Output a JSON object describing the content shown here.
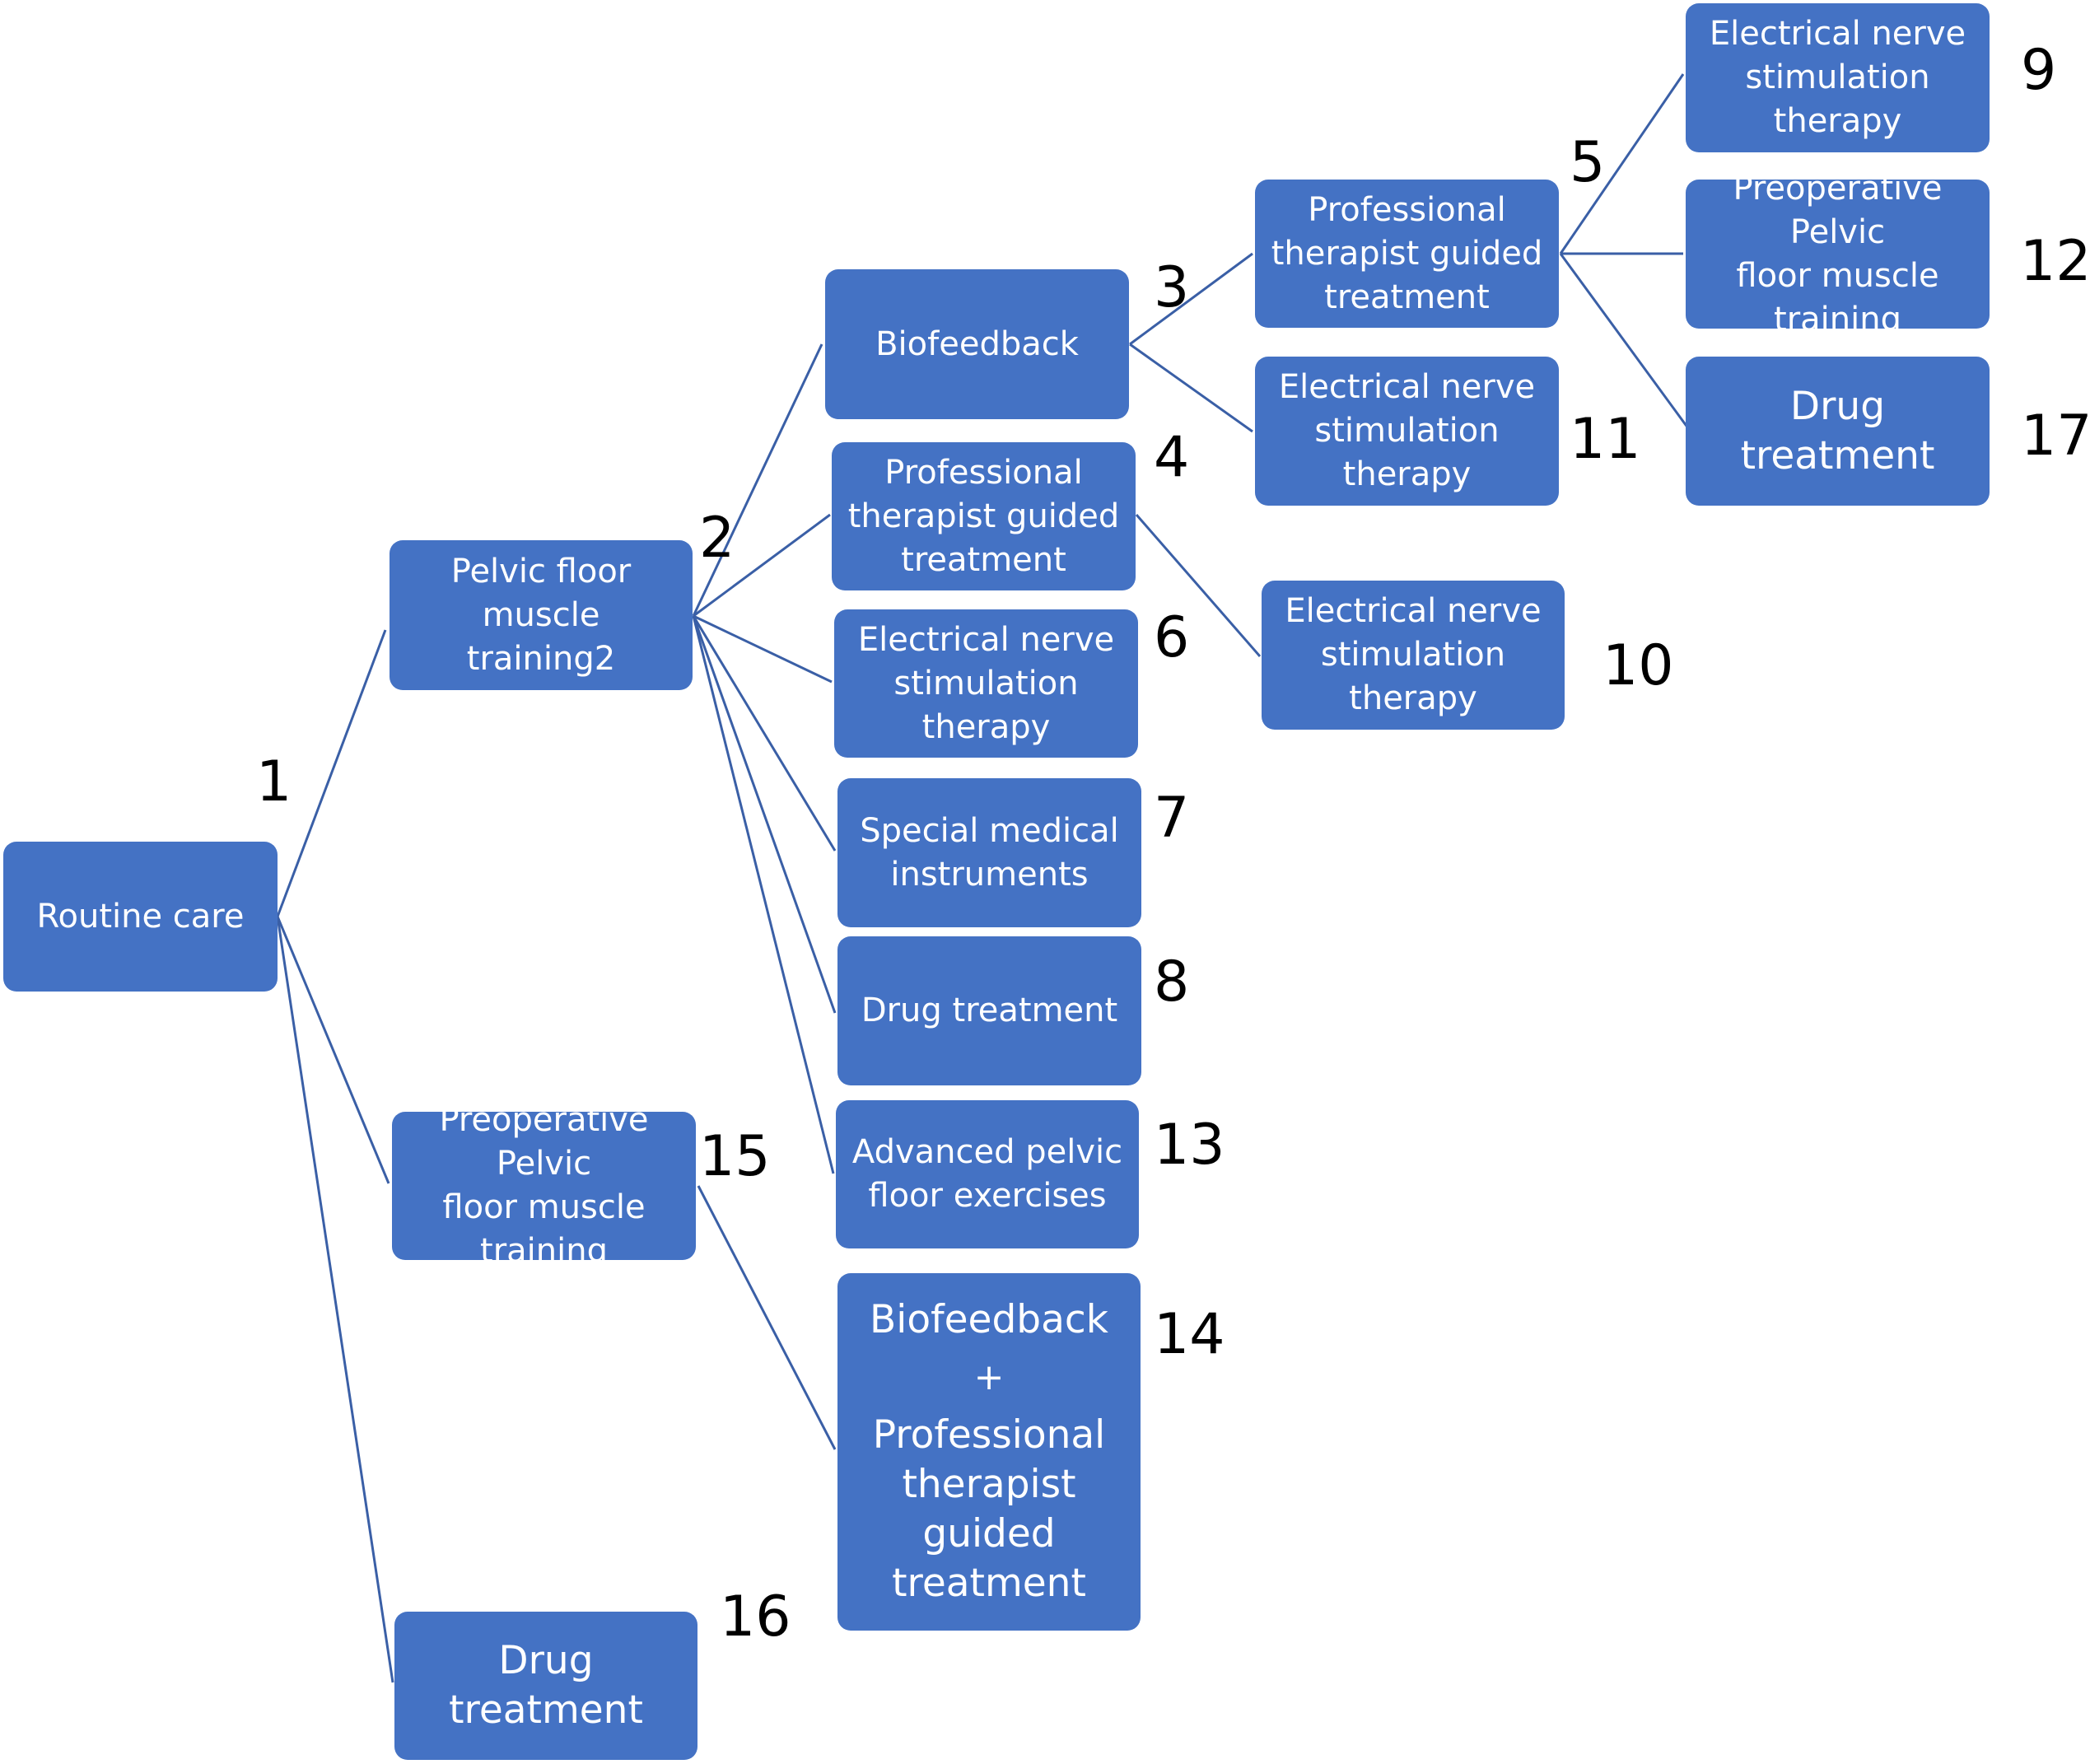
{
  "nodes": {
    "n1": {
      "label": "Routine care",
      "number": "1"
    },
    "n2": {
      "label": "Pelvic floor muscle\ntraining2",
      "number": "2"
    },
    "n3": {
      "label": "Biofeedback",
      "number": "3"
    },
    "n4": {
      "label": "Professional\ntherapist guided\ntreatment",
      "number": "4"
    },
    "n5": {
      "label": "Professional\ntherapist guided\ntreatment",
      "number": "5"
    },
    "n6": {
      "label": "Electrical nerve\nstimulation\ntherapy",
      "number": "6"
    },
    "n7": {
      "label": "Special medical\ninstruments",
      "number": "7"
    },
    "n8": {
      "label": "Drug treatment",
      "number": "8"
    },
    "n9": {
      "label": "Electrical nerve\nstimulation\ntherapy",
      "number": "9"
    },
    "n10": {
      "label": "Electrical nerve\nstimulation\ntherapy",
      "number": "10"
    },
    "n11": {
      "label": "Electrical nerve\nstimulation\ntherapy",
      "number": "11"
    },
    "n12": {
      "label": "Preoperative Pelvic\nfloor muscle\ntraining",
      "number": "12"
    },
    "n13": {
      "label": "Advanced pelvic\nfloor exercises",
      "number": "13"
    },
    "n14": {
      "label_top": "Biofeedback",
      "label_plus": "+",
      "label_bottom": "Professional\ntherapist\nguided\ntreatment",
      "number": "14"
    },
    "n15": {
      "label": "Preoperative Pelvic\nfloor muscle\ntraining",
      "number": "15"
    },
    "n16": {
      "label": "Drug treatment",
      "number": "16"
    },
    "n17": {
      "label": "Drug treatment",
      "number": "17"
    }
  },
  "colors": {
    "box": "#4472c4",
    "line": "#3a5fa6",
    "text": "#ffffff",
    "number": "#000000"
  }
}
